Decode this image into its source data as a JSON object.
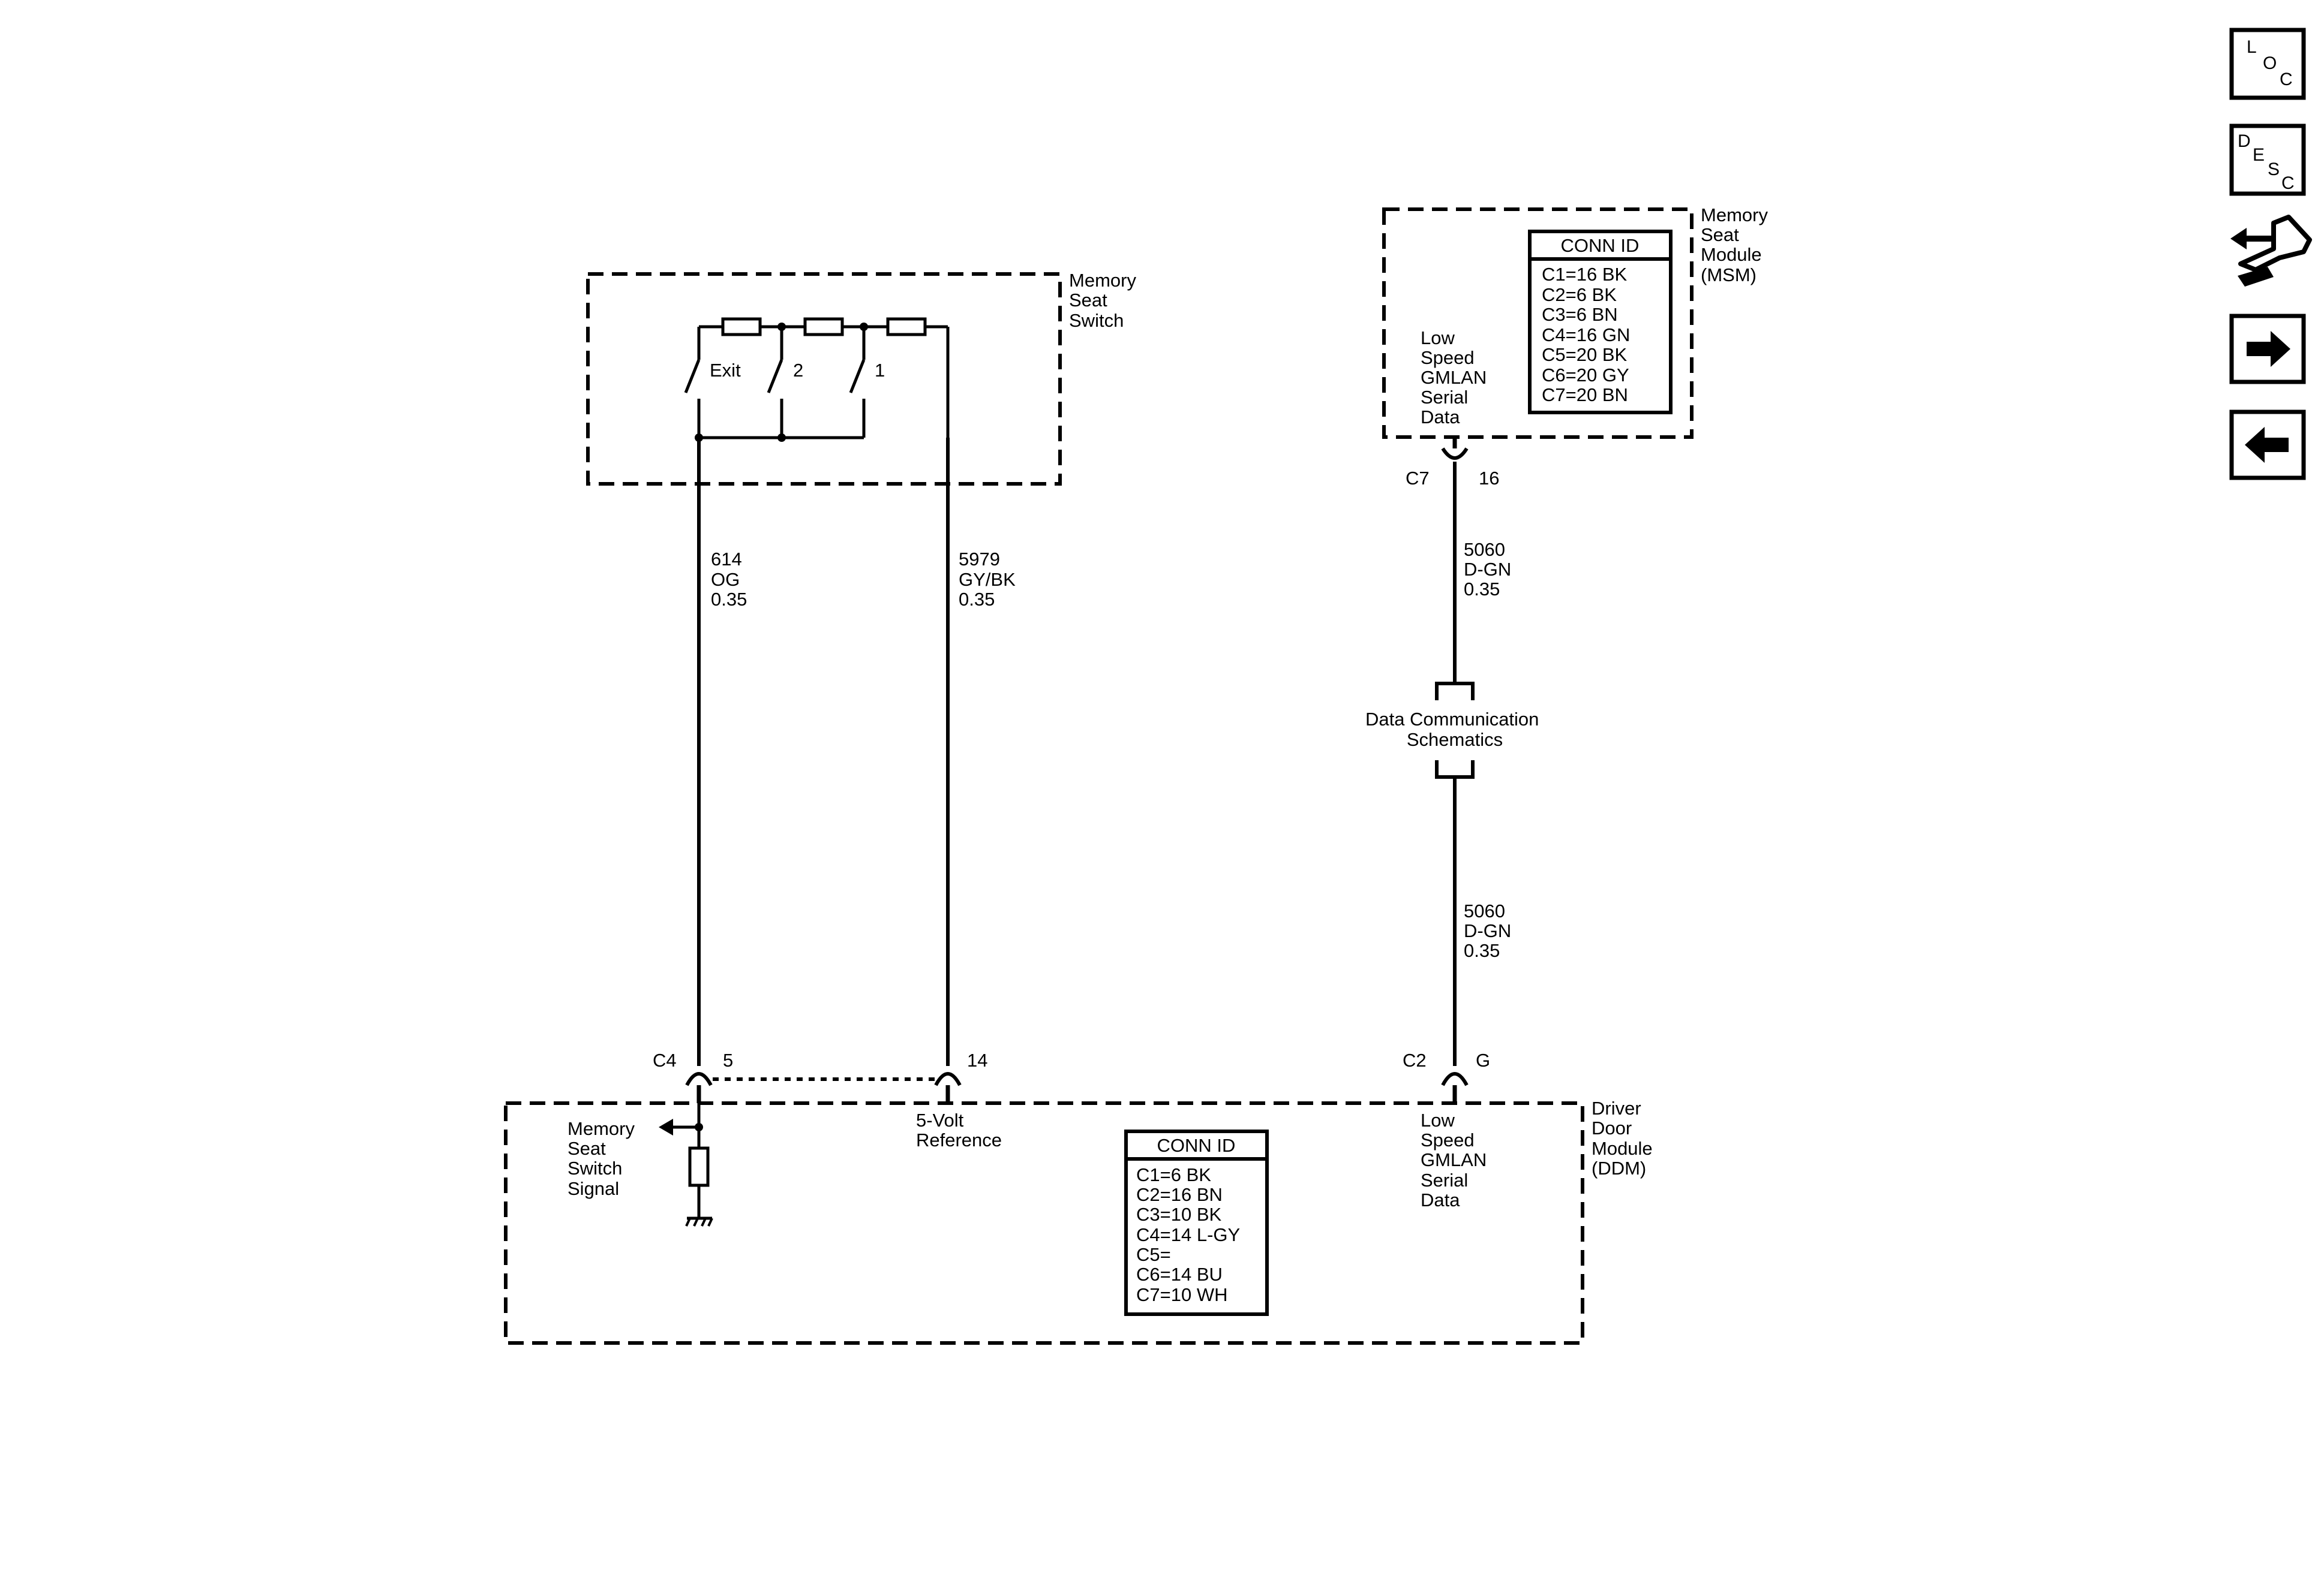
{
  "memory_seat_switch": {
    "title_lines": [
      "Memory",
      "Seat",
      "Switch"
    ],
    "switch_labels": [
      "Exit",
      "2",
      "1"
    ]
  },
  "wires": {
    "w614": {
      "lines": [
        "614",
        "OG",
        "0.35"
      ]
    },
    "w5979": {
      "lines": [
        "5979",
        "GY/BK",
        "0.35"
      ]
    },
    "w5060_top": {
      "lines": [
        "5060",
        "D-GN",
        "0.35"
      ]
    },
    "w5060_bottom": {
      "lines": [
        "5060",
        "D-GN",
        "0.35"
      ]
    }
  },
  "msm": {
    "title_lines": [
      "Memory",
      "Seat",
      "Module",
      "(MSM)"
    ],
    "signal_lines": [
      "Low",
      "Speed",
      "GMLAN",
      "Serial",
      "Data"
    ],
    "conn_header": "CONN ID",
    "conn_rows": [
      "C1=16 BK",
      "C2=6 BK",
      "C3=6 BN",
      "C4=16 GN",
      "C5=20 BK",
      "C6=20 GY",
      "C7=20 BN"
    ],
    "connector": "C7",
    "pin": "16"
  },
  "data_comm": {
    "lines": [
      "Data Communication",
      "Schematics"
    ]
  },
  "ddm": {
    "title_lines": [
      "Driver",
      "Door",
      "Module",
      "(DDM)"
    ],
    "c4_connector": "C4",
    "c4_pin": "5",
    "pin14": "14",
    "c2_connector": "C2",
    "c2_pin": "G",
    "switch_signal_lines": [
      "Memory",
      "Seat",
      "Switch",
      "Signal"
    ],
    "ref_lines": [
      "5-Volt",
      "Reference"
    ],
    "lan_lines": [
      "Low",
      "Speed",
      "GMLAN",
      "Serial",
      "Data"
    ],
    "conn_header": "CONN ID",
    "conn_rows": [
      "C1=6 BK",
      "C2=16 BN",
      "C3=10 BK",
      "C4=14 L-GY",
      "C5=",
      "C6=14 BU",
      "C7=10 WH"
    ]
  },
  "nav": {
    "loc": [
      "L",
      "O",
      "C"
    ],
    "desc": [
      "D",
      "E",
      "S",
      "C"
    ]
  }
}
